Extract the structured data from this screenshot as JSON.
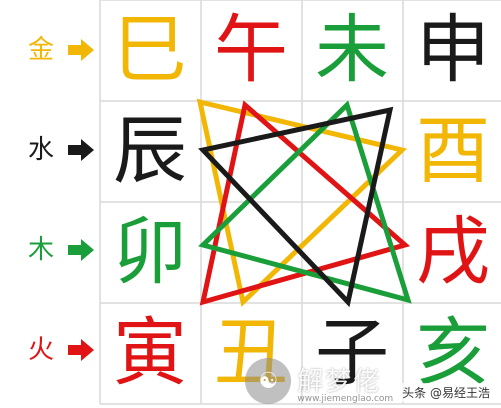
{
  "colors": {
    "gold": "#f2b705",
    "water": "#1a1a1a",
    "wood": "#1a9e3a",
    "fire": "#e01414",
    "grid": "#d9d9d9"
  },
  "elements": [
    {
      "label": "金",
      "color": "#f2b705"
    },
    {
      "label": "水",
      "color": "#1a1a1a"
    },
    {
      "label": "木",
      "color": "#1a9e3a"
    },
    {
      "label": "火",
      "color": "#e01414"
    }
  ],
  "branches": {
    "top": [
      {
        "char": "巳",
        "color": "#f2b705"
      },
      {
        "char": "午",
        "color": "#e01414"
      },
      {
        "char": "未",
        "color": "#1a9e3a"
      },
      {
        "char": "申",
        "color": "#1a1a1a"
      }
    ],
    "left": [
      {
        "char": "辰",
        "color": "#1a1a1a"
      },
      {
        "char": "卯",
        "color": "#1a9e3a"
      }
    ],
    "right": [
      {
        "char": "酉",
        "color": "#f2b705"
      },
      {
        "char": "戌",
        "color": "#e01414"
      }
    ],
    "bottom": [
      {
        "char": "寅",
        "color": "#e01414"
      },
      {
        "char": "丑",
        "color": "#f2b705"
      },
      {
        "char": "子",
        "color": "#1a1a1a"
      },
      {
        "char": "亥",
        "color": "#1a9e3a"
      }
    ]
  },
  "triangles": [
    {
      "name": "metal-triangle",
      "color": "#f2b705",
      "vertices": [
        "巳",
        "酉",
        "丑"
      ]
    },
    {
      "name": "fire-triangle",
      "color": "#e01414",
      "vertices": [
        "寅",
        "午",
        "戌"
      ]
    },
    {
      "name": "wood-triangle",
      "color": "#1a9e3a",
      "vertices": [
        "亥",
        "卯",
        "未"
      ]
    },
    {
      "name": "water-triangle",
      "color": "#1a1a1a",
      "vertices": [
        "申",
        "子",
        "辰"
      ]
    }
  ],
  "watermark": {
    "brand": "解梦佬",
    "sub": "www.jiemenglao.com",
    "toutiao": "头条 @易经王浩"
  }
}
